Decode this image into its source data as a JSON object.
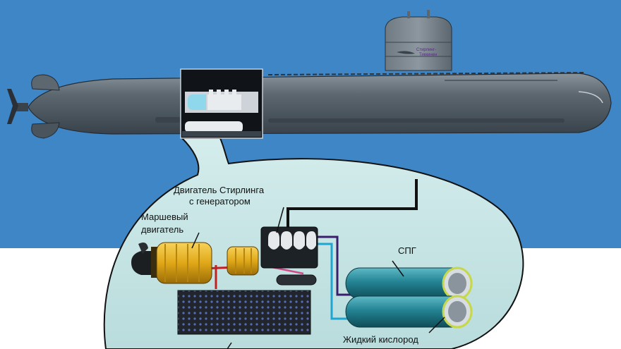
{
  "labels": {
    "stirling_line1": "Двигатель Стирлинга",
    "stirling_line2": "с генератором",
    "propulsion_line1": "Маршевый",
    "propulsion_line2": "двигатель",
    "lng": "СПГ",
    "liquid_oxygen": "Жидкий кислород",
    "sail_tag_line1": "Стирлинг-",
    "sail_tag_line2": "Тиккинен"
  },
  "colors": {
    "sky": "#3f86c6",
    "hull": "#4f5a64",
    "bubble": "#cde6e6",
    "motor": "#e6b020",
    "tank": "#1f7d8c",
    "battery": "#23292f"
  }
}
